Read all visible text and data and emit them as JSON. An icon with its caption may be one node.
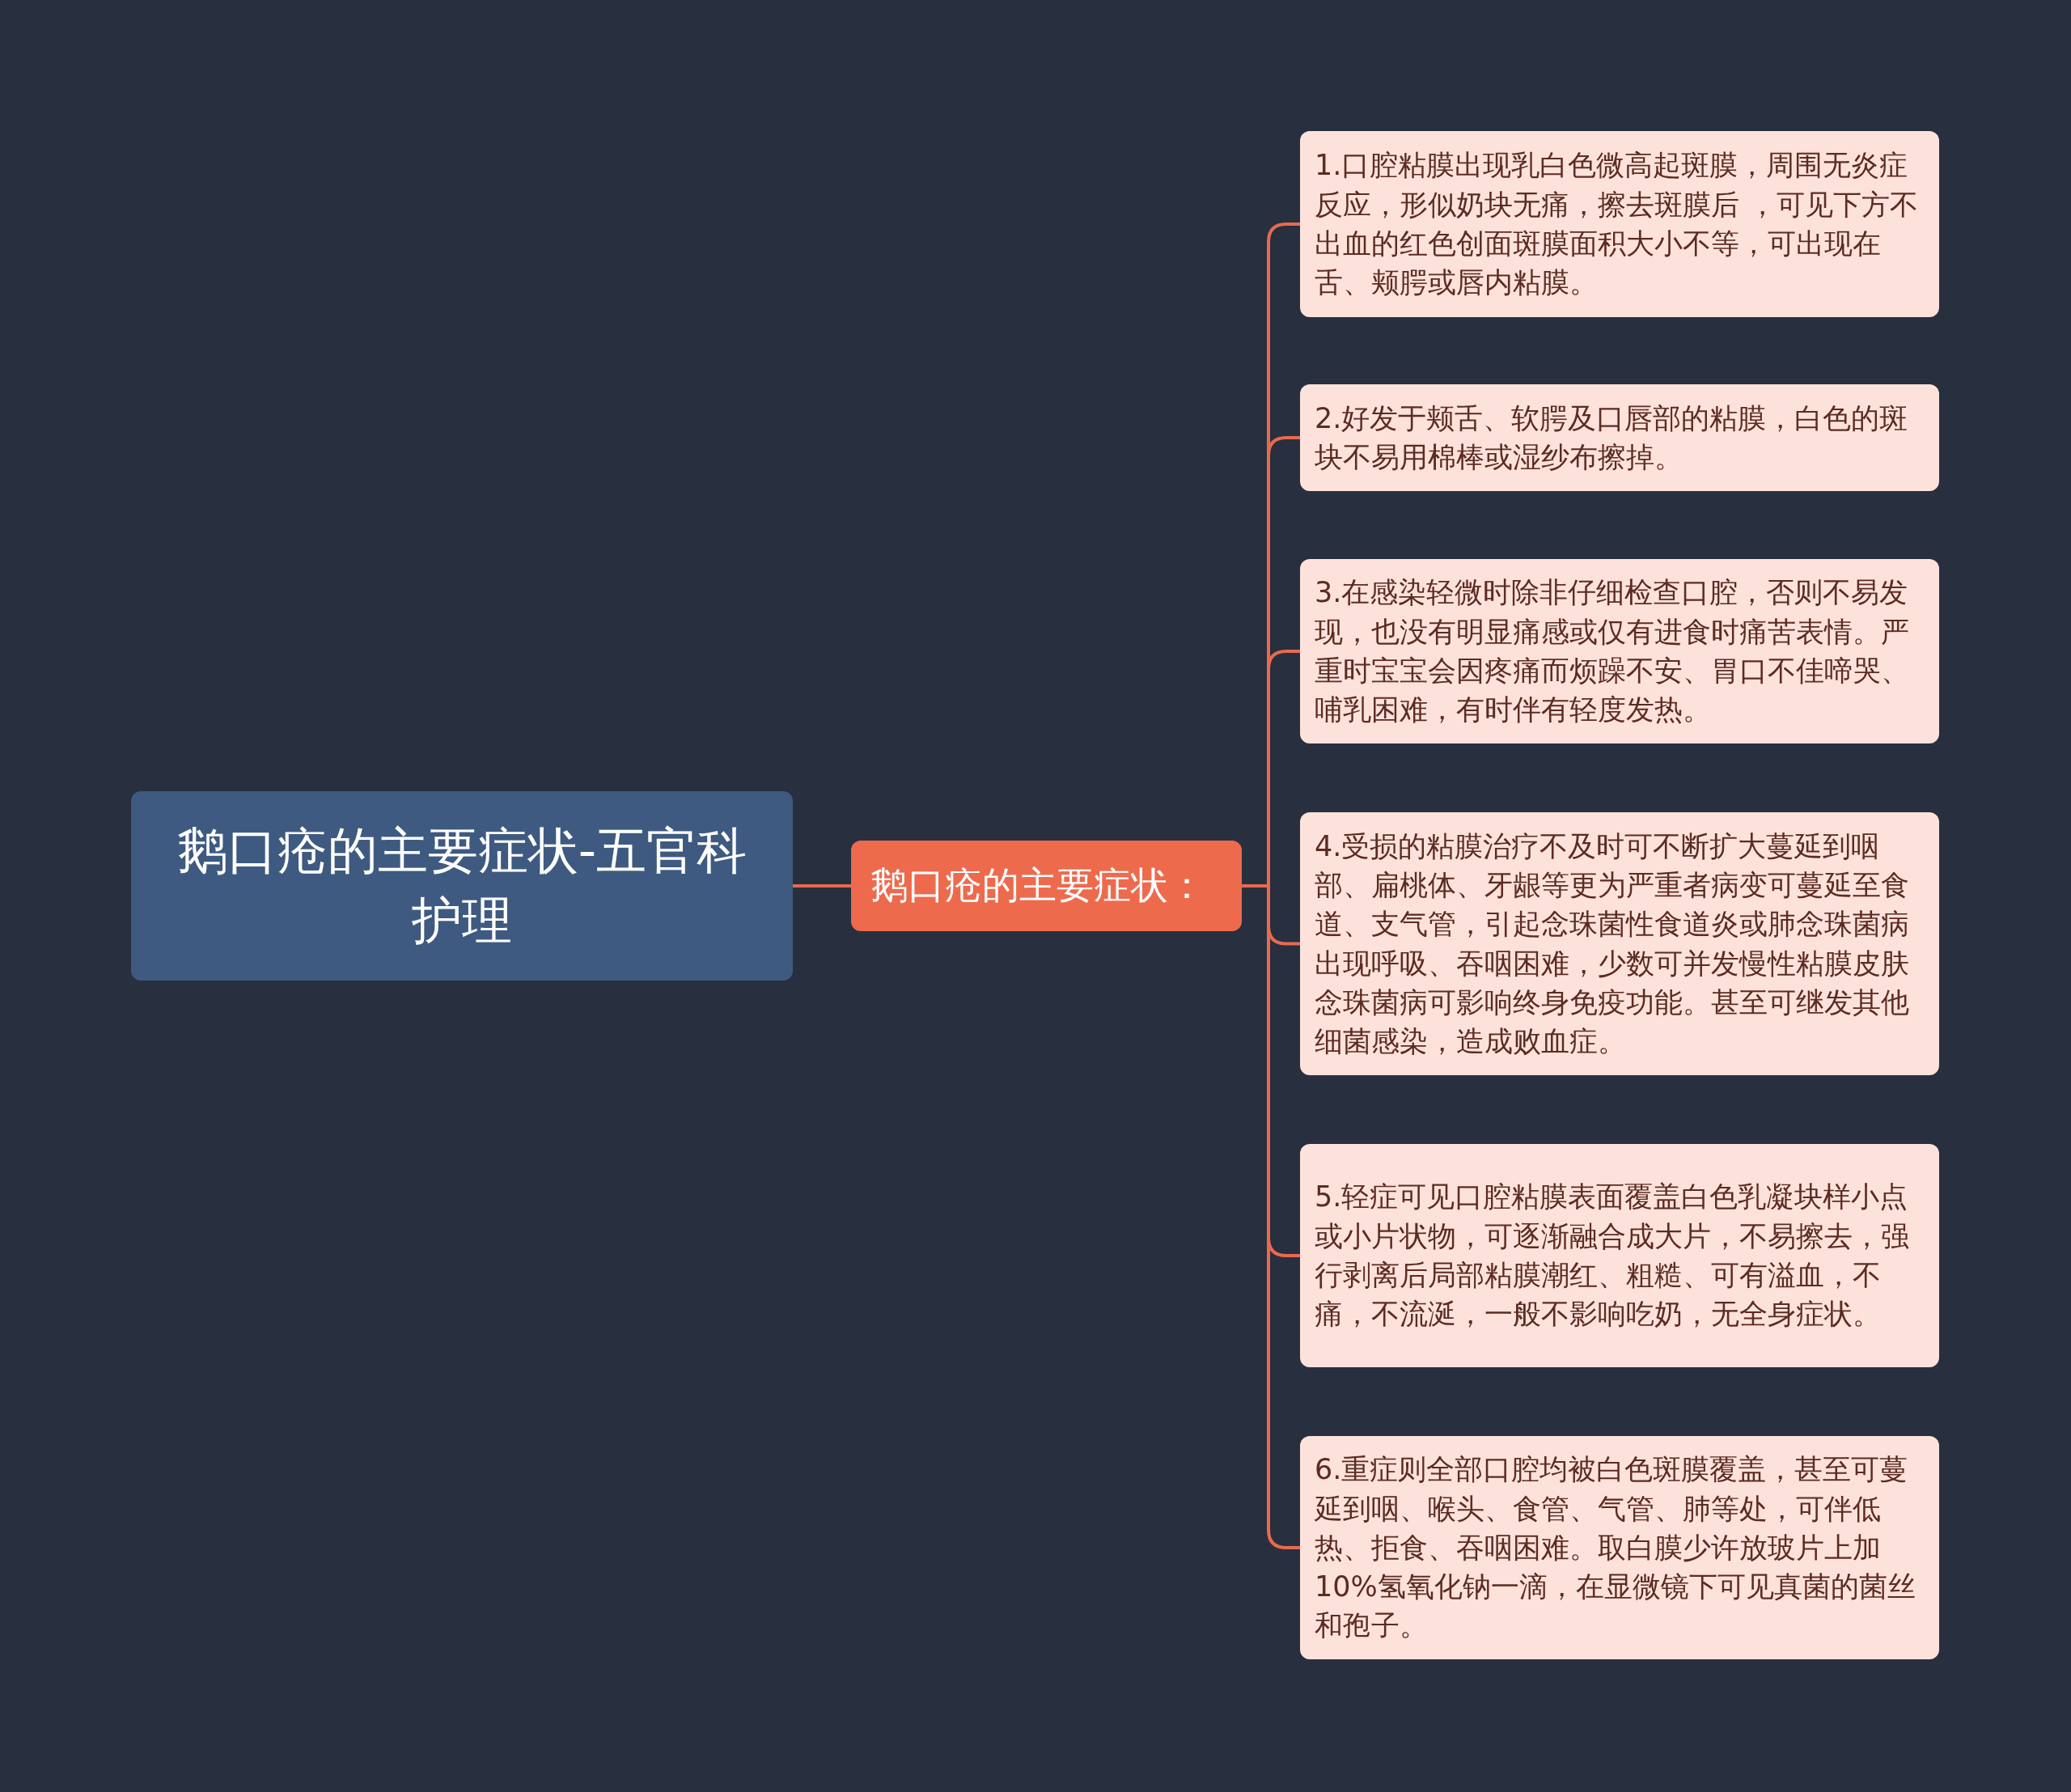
{
  "diagram": {
    "nodes": [
      {
        "text": [
          "鹅口疮的主要症状-五官科护理"
        ]
      },
      {
        "text": [
          "鹅口疮的主要症状："
        ]
      },
      {
        "text": [
          "1.口腔粘膜出现乳白色微高起斑膜，周围无炎症反应，形似奶块无痛，擦去斑膜后 ，可见下方不出血的红色创面斑膜面积大小不等，可出现在舌、颊腭或唇内粘膜。"
        ]
      },
      {
        "text": [
          "2.好发于颊舌、软腭及口唇部的粘膜，白色的斑块不易用棉棒或湿纱布擦掉。"
        ]
      },
      {
        "text": [
          "3.在感染轻微时除非仔细检查口腔，否则不易发现，也没有明显痛感或仅有进食时痛苦表情。严重时宝宝会因疼痛而烦躁不安、胃口不佳啼哭、哺乳困难，有时伴有轻度发热。"
        ]
      },
      {
        "text": [
          "4.受损的粘膜治疗不及时可不断扩大蔓延到咽部、扁桃体、牙龈等更为严重者病变可蔓延至食道、支气管，引起念珠菌性食道炎或肺念珠菌病出现呼吸、吞咽困难，少数可并发慢性粘膜皮肤念珠菌病可影响终身免疫功能。甚至可继发其他细菌感染，造成败血症。"
        ]
      },
      {
        "text": [
          "5.轻症可见口腔粘膜表面覆盖白色乳凝块样小点或小片状物，可逐渐融合成大片，不易擦去，强行剥离后局部粘膜潮红、粗糙、可有溢血，不痛，不流涎，一般不影响吃奶，无全身症状。"
        ]
      },
      {
        "text": [
          "6.重症则全部口腔均被白色斑膜覆盖，甚至可蔓延到咽、喉头、食管、气管、肺等处，可伴低热、拒食、吞咽困难。取白膜少许放玻片上加10%氢氧化钠一滴，在显微镜下可见真菌的菌丝和孢子。"
        ]
      }
    ],
    "edges": [
      {
        "from": 0,
        "to": 1,
        "arrow": "none"
      },
      {
        "from": 1,
        "to": 2,
        "arrow": "none"
      },
      {
        "from": 1,
        "to": 3,
        "arrow": "none"
      },
      {
        "from": 1,
        "to": 4,
        "arrow": "none"
      },
      {
        "from": 1,
        "to": 5,
        "arrow": "none"
      },
      {
        "from": 1,
        "to": 6,
        "arrow": "none"
      },
      {
        "from": 1,
        "to": 7,
        "arrow": "none"
      }
    ]
  }
}
